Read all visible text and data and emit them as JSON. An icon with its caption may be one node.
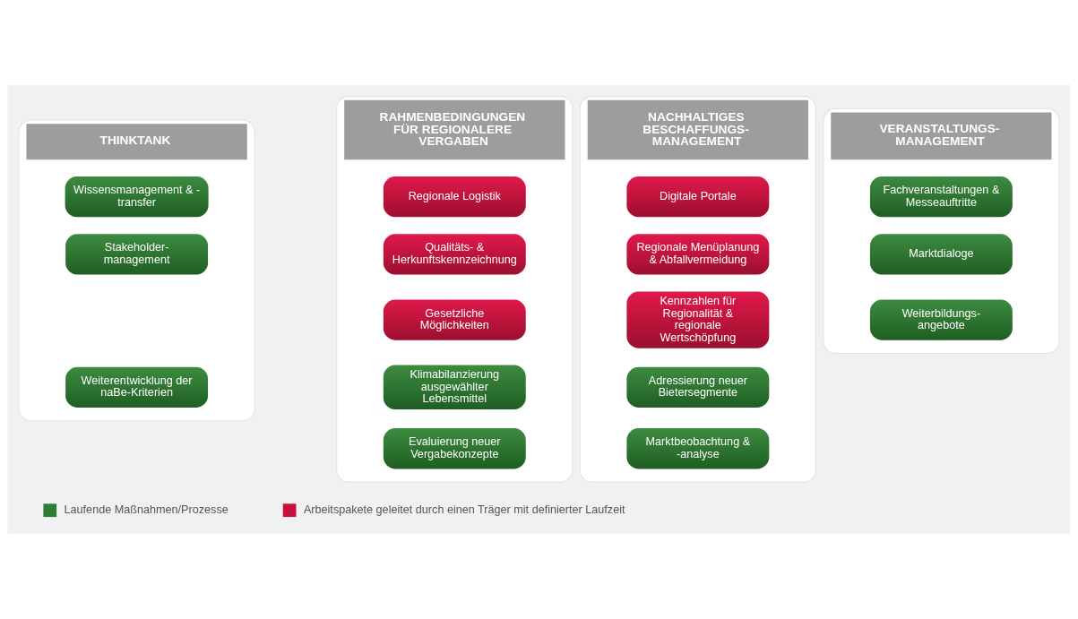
{
  "diagram": {
    "nodes": [
      {
        "text": [
          "THINKTANK"
        ]
      },
      {
        "text": [
          "Wissensmanagement & - transfer"
        ],
        "in": 0
      },
      {
        "text": [
          "Stakeholder- management"
        ],
        "in": 0
      },
      {
        "text": [
          "Weiterentwicklung der naBe-Kriterien"
        ],
        "in": 0
      },
      {
        "text": [
          "RAHMENBEDINGUNGEN FÜR REGIONALERE VERGABEN"
        ]
      },
      {
        "text": [
          "Regionale Logistik"
        ],
        "in": 4
      },
      {
        "text": [
          "Qualitäts- & Herkunftskennzeichnung"
        ],
        "in": 4
      },
      {
        "text": [
          "Gesetzliche Möglichkeiten"
        ],
        "in": 4
      },
      {
        "text": [
          "Klimabilanzierung ausgewählter Lebensmittel"
        ],
        "in": 4
      },
      {
        "text": [
          "Evaluierung neuer Vergabekonzepte"
        ],
        "in": 4
      },
      {
        "text": [
          "NACHHALTIGES BESCHAFFUNGS- MANAGEMENT"
        ]
      },
      {
        "text": [
          "Digitale Portale"
        ],
        "in": 10
      },
      {
        "text": [
          "Regionale Menüplanung & Abfallvermeidung"
        ],
        "in": 10
      },
      {
        "text": [
          "Kennzahlen für Regionalität & regionale Wertschöpfung"
        ],
        "in": 10
      },
      {
        "text": [
          "Adressierung neuer Bietersegmente"
        ],
        "in": 10
      },
      {
        "text": [
          "Marktbeobachtung & -analyse"
        ],
        "in": 10
      },
      {
        "text": [
          "VERANSTALTUNGS- MANAGEMENT"
        ]
      },
      {
        "text": [
          "Fachveranstaltungen & Messeauftritte"
        ],
        "in": 16
      },
      {
        "text": [
          "Marktdialoge"
        ],
        "in": 16
      },
      {
        "text": [
          "Weiterbildungs- angebote"
        ],
        "in": 16
      }
    ],
    "edges": [],
    "legend": [
      {
        "text": "Laufende Maßnahmen/Prozesse",
        "color": "#2e7d32"
      },
      {
        "text": "Arbeitspakete geleitet durch einen Träger mit definierter Laufzeit",
        "color": "#c8103c"
      }
    ]
  }
}
